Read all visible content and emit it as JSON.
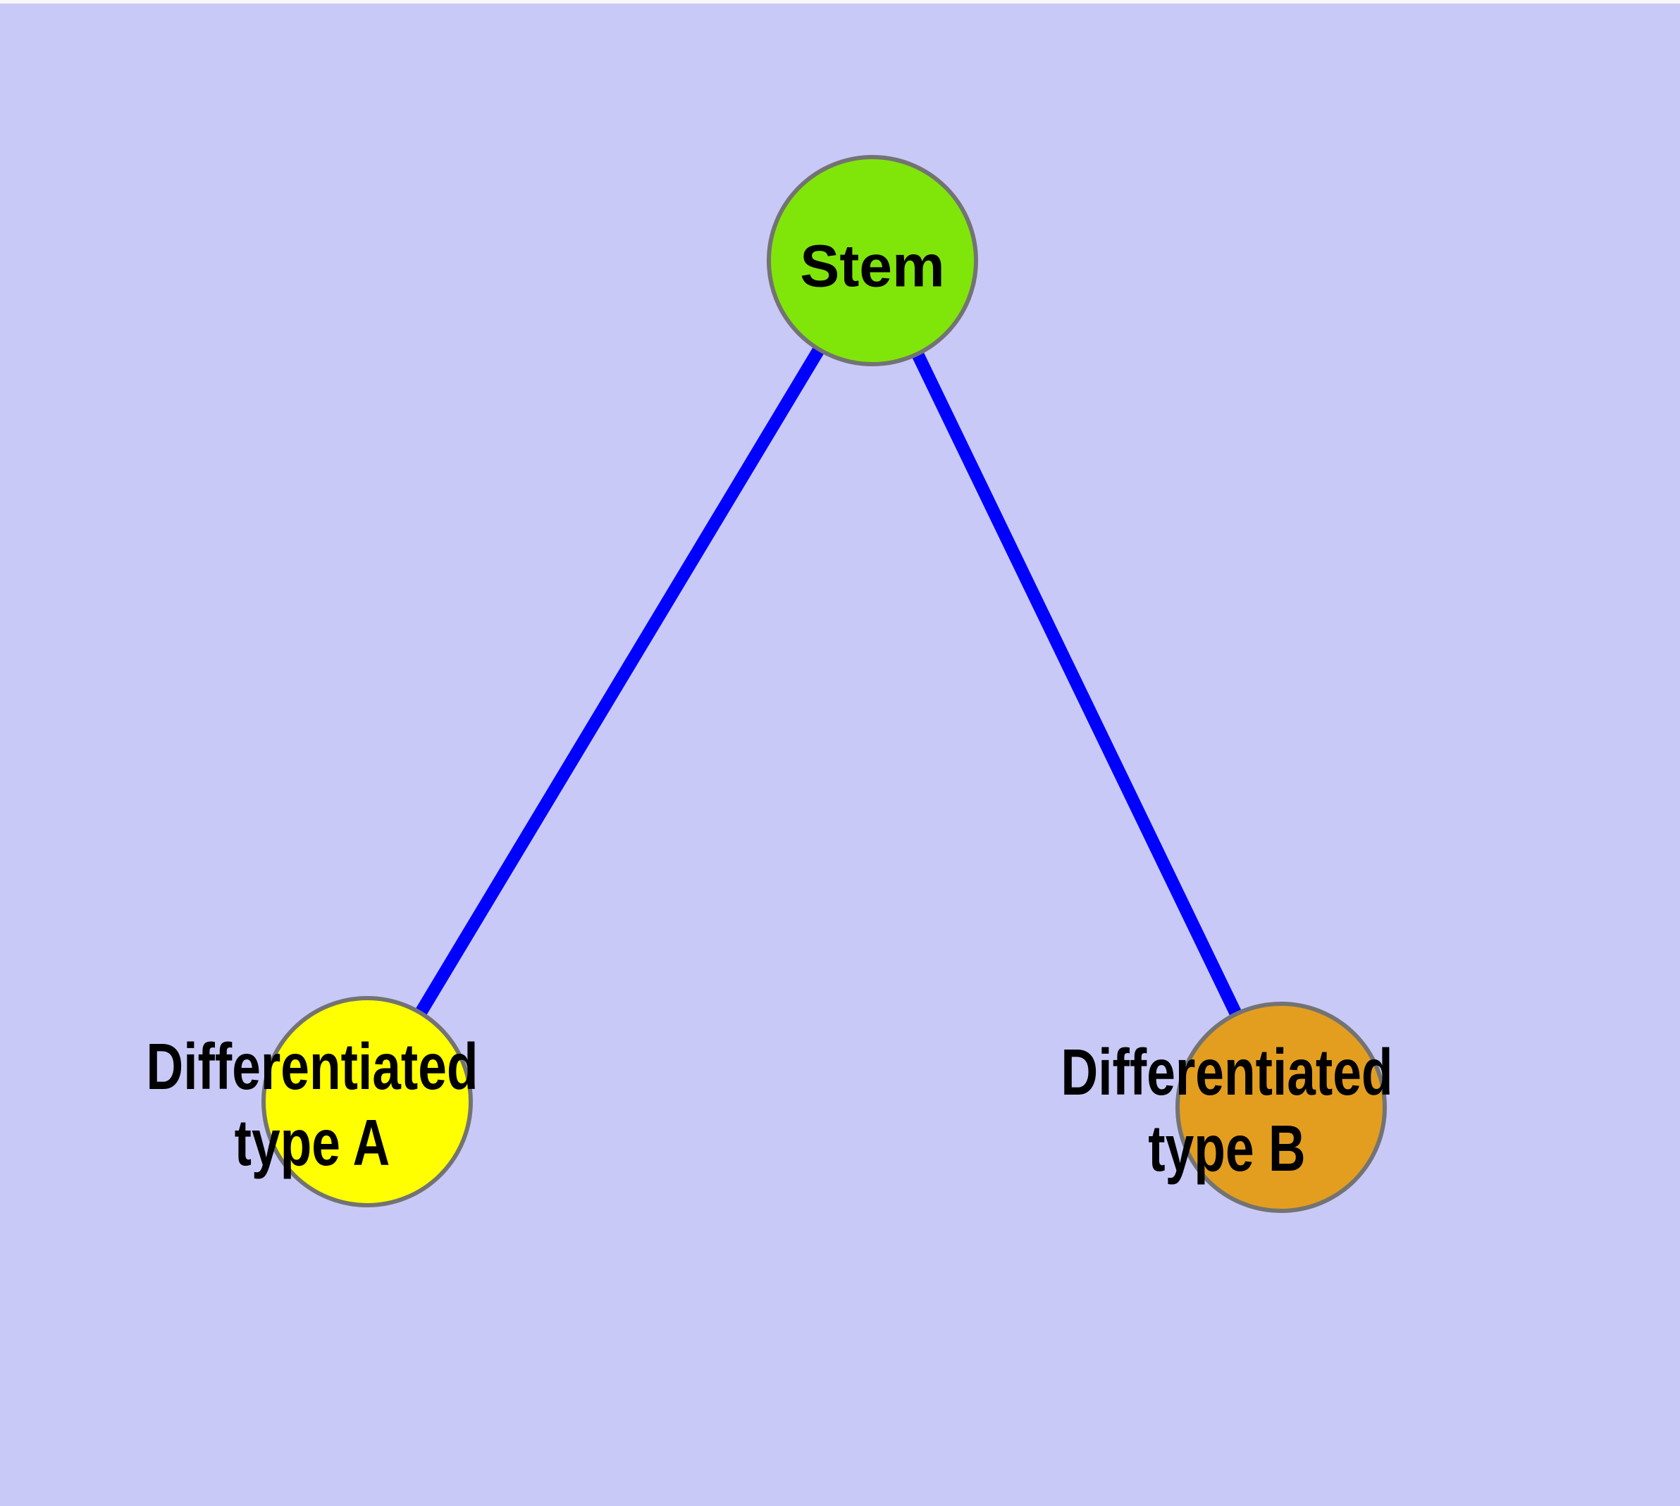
{
  "diagram": {
    "background_color": "#c9c9f8",
    "node_border_color": "#737373",
    "edge_color": "#0000fe",
    "label_color": "#000000",
    "nodes": [
      {
        "id": "stem",
        "label": "Stem",
        "fill": "#80e60a"
      },
      {
        "id": "differentiated-type-a",
        "label_lines": [
          "Differentiated",
          "type A"
        ],
        "fill": "#ffff00"
      },
      {
        "id": "differentiated-type-b",
        "label_lines": [
          "Differentiated",
          "type B"
        ],
        "fill": "#e39e20"
      }
    ],
    "edges": [
      {
        "from": "stem",
        "to": "differentiated-type-a"
      },
      {
        "from": "stem",
        "to": "differentiated-type-b"
      }
    ]
  }
}
